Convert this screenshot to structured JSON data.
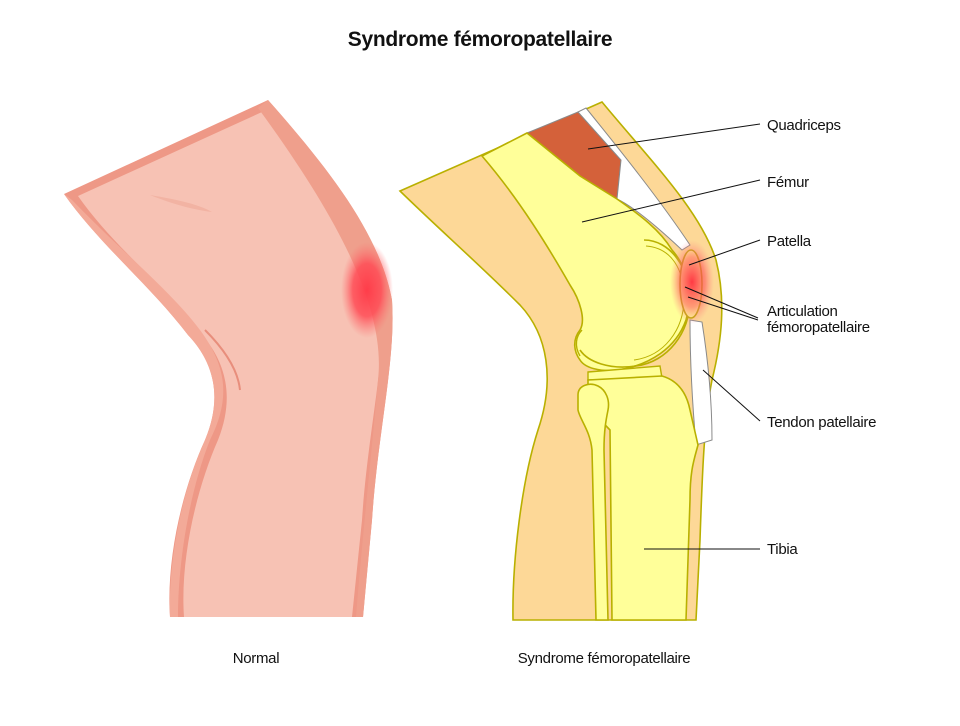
{
  "title": "Syndrome fémoropatellaire",
  "captions": {
    "normal": "Normal",
    "syndrome": "Syndrome fémoropatellaire"
  },
  "labels": {
    "quadriceps": "Quadriceps",
    "femur": "Fémur",
    "patella": "Patella",
    "articulation_line1": "Articulation",
    "articulation_line2": "fémoropatellaire",
    "tendon": "Tendon patellaire",
    "tibia": "Tibia"
  },
  "colors": {
    "skin": "#f7c2b4",
    "skin_edge": "#ee9886",
    "pain": "#ff4b55",
    "soft_tissue": "#fdd897",
    "bone": "#ffff99",
    "bone_outline": "#b9b000",
    "muscle": "#d4613a",
    "tendon": "#ffffff"
  }
}
